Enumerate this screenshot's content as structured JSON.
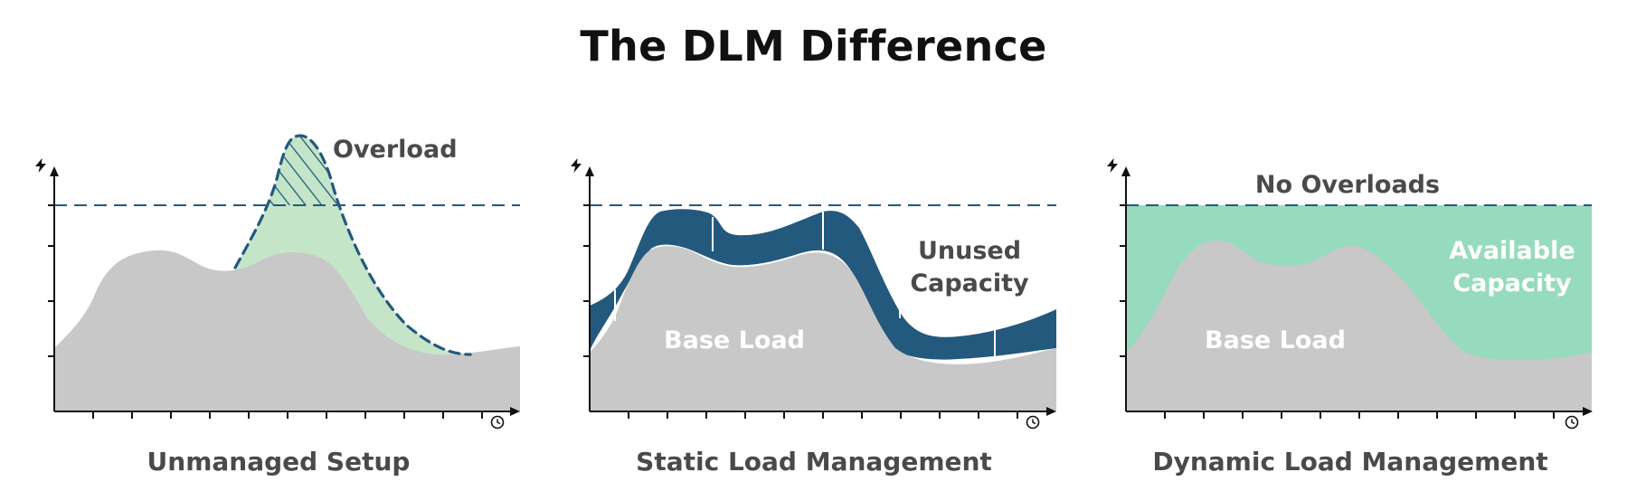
{
  "title": "The DLM Difference",
  "colors": {
    "base_load": "#c8c8c8",
    "peak_fill": "#c5e5c8",
    "managed_band": "#23597d",
    "available": "#96dbbd",
    "limit_line": "#23597d",
    "axis": "#111111",
    "label_dark": "#4a4a4a",
    "label_light": "#ffffff"
  },
  "icons": {
    "y_axis": "lightning-bolt-icon",
    "x_axis": "clock-icon"
  },
  "panels": [
    {
      "id": "unmanaged",
      "caption": "Unmanaged Setup",
      "annotation": "Overload"
    },
    {
      "id": "static",
      "caption": "Static Load Management",
      "base_label": "Base Load",
      "capacity_label_line1": "Unused",
      "capacity_label_line2": "Capacity"
    },
    {
      "id": "dynamic",
      "caption": "Dynamic Load Management",
      "base_label": "Base Load",
      "top_label": "No Overloads",
      "capacity_label_line1": "Available",
      "capacity_label_line2": "Capacity"
    }
  ]
}
